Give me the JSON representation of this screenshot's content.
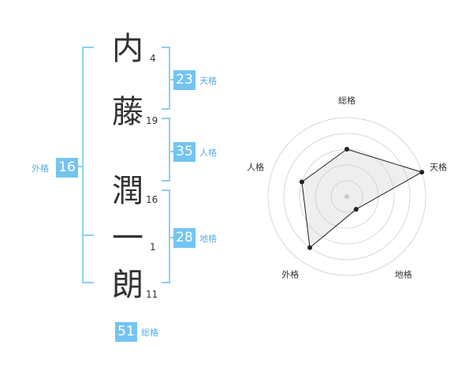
{
  "name_chars": [
    {
      "char": "内",
      "strokes": "4"
    },
    {
      "char": "藤",
      "strokes": "19"
    },
    {
      "char": "潤",
      "strokes": "16"
    },
    {
      "char": "一",
      "strokes": "1"
    },
    {
      "char": "朗",
      "strokes": "11"
    }
  ],
  "fortune": {
    "tenkaku": {
      "value": "23",
      "label": "天格"
    },
    "jinkaku": {
      "value": "35",
      "label": "人格"
    },
    "chikaku": {
      "value": "28",
      "label": "地格"
    },
    "gaikaku": {
      "value": "16",
      "label": "外格"
    },
    "soukaku": {
      "value": "51",
      "label": "総格"
    }
  },
  "colors": {
    "accent": "#74c4f2",
    "bracket": "#8ccff5",
    "text": "#333333",
    "label": "#5aaee0"
  },
  "chart_data": {
    "type": "radar",
    "axes": [
      "総格",
      "天格",
      "地格",
      "外格",
      "人格"
    ],
    "values": [
      0.6,
      1.0,
      0.2,
      0.8,
      0.6
    ],
    "rings": 5,
    "grid": true
  }
}
